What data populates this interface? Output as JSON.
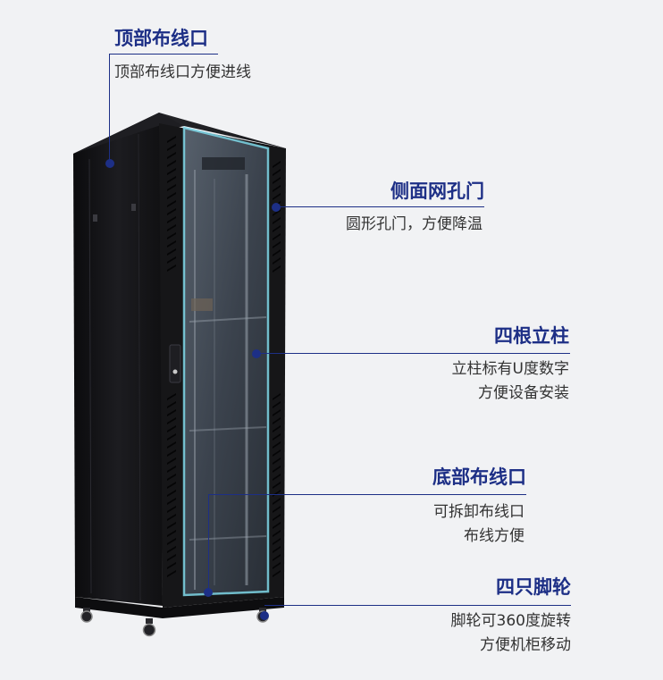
{
  "colors": {
    "background": "#f1f2f4",
    "accent": "#1d2f86",
    "title_text": "#1d2f86",
    "desc_text": "#333333",
    "cabinet_body": "#141416",
    "glass_edge": "#7fd7e8"
  },
  "callouts": [
    {
      "title": "顶部布线口",
      "lines": [
        "顶部布线口方便进线"
      ]
    },
    {
      "title": "侧面网孔门",
      "lines": [
        "圆形孔门，方便降温"
      ]
    },
    {
      "title": "四根立柱",
      "lines": [
        "立柱标有U度数字",
        "方便设备安装"
      ]
    },
    {
      "title": "底部布线口",
      "lines": [
        "可拆卸布线口",
        "布线方便"
      ]
    },
    {
      "title": "四只脚轮",
      "lines": [
        "脚轮可360度旋转",
        "方便机柜移动"
      ]
    }
  ]
}
